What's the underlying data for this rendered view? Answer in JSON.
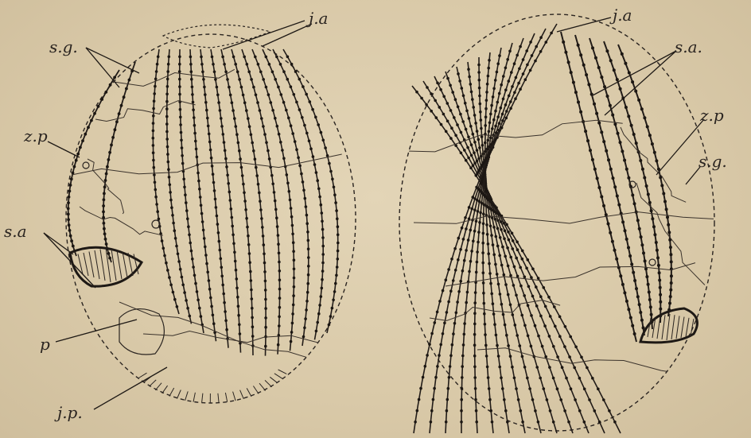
{
  "colors": {
    "paper": "#dccdae",
    "ink": "#2a2420"
  },
  "left_figure": {
    "labels": {
      "ja": "j.a",
      "sg": "s.g.",
      "zp": "z.p",
      "sa": "s.a",
      "p": "p",
      "jp": "j.p."
    }
  },
  "right_figure": {
    "labels": {
      "ja": "j.a",
      "sa": "s.a.",
      "zp": "z.p",
      "sg": "s.g."
    }
  }
}
